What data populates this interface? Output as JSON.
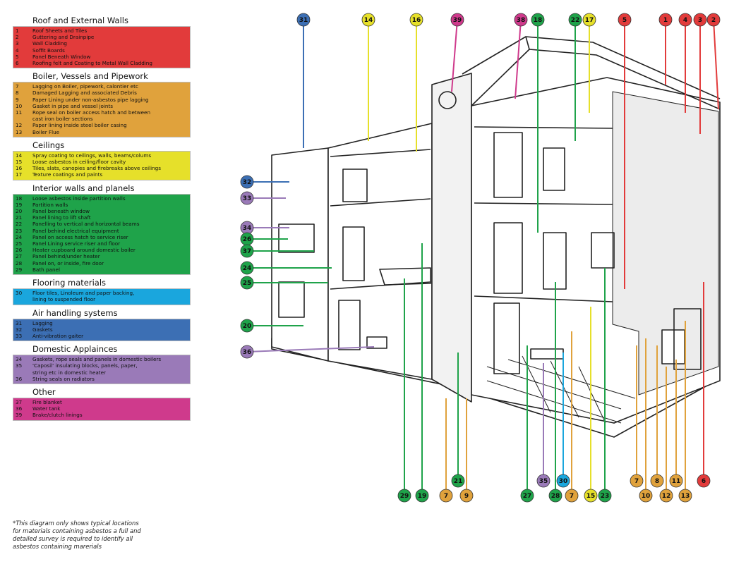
{
  "legend": {
    "sections": [
      {
        "title": "Roof and External Walls",
        "color": "#e23b3b",
        "items": [
          {
            "n": "1",
            "text": "Roof Sheets and Tiles"
          },
          {
            "n": "2",
            "text": "Guttering and Drainpipe"
          },
          {
            "n": "3",
            "text": "Wall Cladding"
          },
          {
            "n": "4",
            "text": "Soffit Boards"
          },
          {
            "n": "5",
            "text": "Panel Beneath Window"
          },
          {
            "n": "6",
            "text": "Roofing felt and Coating to Metal Wall Cladding"
          }
        ]
      },
      {
        "title": "Boiler, Vessels and Pipework",
        "color": "#e0a23c",
        "items": [
          {
            "n": "7",
            "text": "Lagging on Boiler, pipework, calontier etc"
          },
          {
            "n": "8",
            "text": "Damaged Lagging and associated Debris"
          },
          {
            "n": "9",
            "text": "Paper Lining under non-asbestos pipe lagging"
          },
          {
            "n": "10",
            "text": "Gasket in pipe and vessel joints"
          },
          {
            "n": "11",
            "text": "Rope seal on boiler access hatch and between\ncast iron boiler sections"
          },
          {
            "n": "12",
            "text": "Paper lining inside steel boiler casing"
          },
          {
            "n": "13",
            "text": "Boiler Flue"
          }
        ]
      },
      {
        "title": "Ceilings",
        "color": "#e6e02a",
        "items": [
          {
            "n": "14",
            "text": "Spray coating to ceilings, walls, beams/colums"
          },
          {
            "n": "15",
            "text": "Loose asbestos in ceiling/floor cavity"
          },
          {
            "n": "16",
            "text": "Tiles, slats, canopies and firebreaks above ceilings"
          },
          {
            "n": "17",
            "text": "Texture coatings and paints"
          }
        ]
      },
      {
        "title": "Interior walls and planels",
        "color": "#1fa34a",
        "items": [
          {
            "n": "18",
            "text": "Loose asbestos inside partition walls"
          },
          {
            "n": "19",
            "text": "Partition walls"
          },
          {
            "n": "20",
            "text": "Panel beneath window"
          },
          {
            "n": "21",
            "text": "Panel lining to lift shaft"
          },
          {
            "n": "22",
            "text": "Panelling to vertical and horizontal beams"
          },
          {
            "n": "23",
            "text": "Panel behind electrical equipment"
          },
          {
            "n": "24",
            "text": "Panel on access hatch to service riser"
          },
          {
            "n": "25",
            "text": "Panel Lining service riser and floor"
          },
          {
            "n": "26",
            "text": "Heater cupboard around domestic boiler"
          },
          {
            "n": "27",
            "text": "Panel behind/under heater"
          },
          {
            "n": "28",
            "text": "Panel on, or inside, fire door"
          },
          {
            "n": "29",
            "text": "Bath panel"
          }
        ]
      },
      {
        "title": "Flooring materials",
        "color": "#1aa6dd",
        "items": [
          {
            "n": "30",
            "text": "Floor tiles, Linoleum and paper backing,\nlining to suspended floor"
          }
        ]
      },
      {
        "title": "Air handling systems",
        "color": "#3c6fb4",
        "items": [
          {
            "n": "31",
            "text": "Lagging"
          },
          {
            "n": "32",
            "text": "Gaskets"
          },
          {
            "n": "33",
            "text": "Anti-vibration gaiter"
          }
        ]
      },
      {
        "title": "Domestic Applainces",
        "color": "#9a7ab8",
        "items": [
          {
            "n": "34",
            "text": "Gaskets, rope seals and panels in domestic boilers"
          },
          {
            "n": "35",
            "text": "'Caposil' insulating blocks, panels, paper,\nstring etc in domestic heater"
          },
          {
            "n": "36",
            "text": "String seals on radiators"
          }
        ]
      },
      {
        "title": "Other",
        "color": "#cf3a8c",
        "items": [
          {
            "n": "37",
            "text": "Fire blanket"
          },
          {
            "n": "36",
            "text": "Water tank"
          },
          {
            "n": "39",
            "text": "Brake/clutch linings"
          }
        ]
      }
    ],
    "footnote": "*This diagram only shows typical locations\nfor materials containing asbestos a full and\ndetailed survey is required to identify all\nasbestos containing marerials"
  },
  "callouts": [
    {
      "n": "31",
      "color": "#3c6fb4"
    },
    {
      "n": "14",
      "color": "#e6e02a"
    },
    {
      "n": "16",
      "color": "#e6e02a"
    },
    {
      "n": "39",
      "color": "#cf3a8c"
    },
    {
      "n": "38",
      "color": "#cf3a8c"
    },
    {
      "n": "18",
      "color": "#1fa34a"
    },
    {
      "n": "22",
      "color": "#1fa34a"
    },
    {
      "n": "17",
      "color": "#e6e02a"
    },
    {
      "n": "5",
      "color": "#e23b3b"
    },
    {
      "n": "1",
      "color": "#e23b3b"
    },
    {
      "n": "4",
      "color": "#e23b3b"
    },
    {
      "n": "3",
      "color": "#e23b3b"
    },
    {
      "n": "2",
      "color": "#e23b3b"
    },
    {
      "n": "32",
      "color": "#3c6fb4"
    },
    {
      "n": "33",
      "color": "#9a7ab8"
    },
    {
      "n": "34",
      "color": "#9a7ab8"
    },
    {
      "n": "26",
      "color": "#1fa34a"
    },
    {
      "n": "37",
      "color": "#1fa34a"
    },
    {
      "n": "24",
      "color": "#1fa34a"
    },
    {
      "n": "25",
      "color": "#1fa34a"
    },
    {
      "n": "20",
      "color": "#1fa34a"
    },
    {
      "n": "36",
      "color": "#9a7ab8"
    },
    {
      "n": "29",
      "color": "#1fa34a"
    },
    {
      "n": "19",
      "color": "#1fa34a"
    },
    {
      "n": "7",
      "color": "#e0a23c"
    },
    {
      "n": "21",
      "color": "#1fa34a"
    },
    {
      "n": "9",
      "color": "#e0a23c"
    },
    {
      "n": "27",
      "color": "#1fa34a"
    },
    {
      "n": "28",
      "color": "#1fa34a"
    },
    {
      "n": "35",
      "color": "#9a7ab8"
    },
    {
      "n": "30",
      "color": "#1aa6dd"
    },
    {
      "n": "7",
      "color": "#e0a23c"
    },
    {
      "n": "15",
      "color": "#e6e02a"
    },
    {
      "n": "23",
      "color": "#1fa34a"
    },
    {
      "n": "7",
      "color": "#e0a23c"
    },
    {
      "n": "10",
      "color": "#e0a23c"
    },
    {
      "n": "8",
      "color": "#e0a23c"
    },
    {
      "n": "12",
      "color": "#e0a23c"
    },
    {
      "n": "11",
      "color": "#e0a23c"
    },
    {
      "n": "13",
      "color": "#e0a23c"
    },
    {
      "n": "6",
      "color": "#e23b3b"
    }
  ]
}
